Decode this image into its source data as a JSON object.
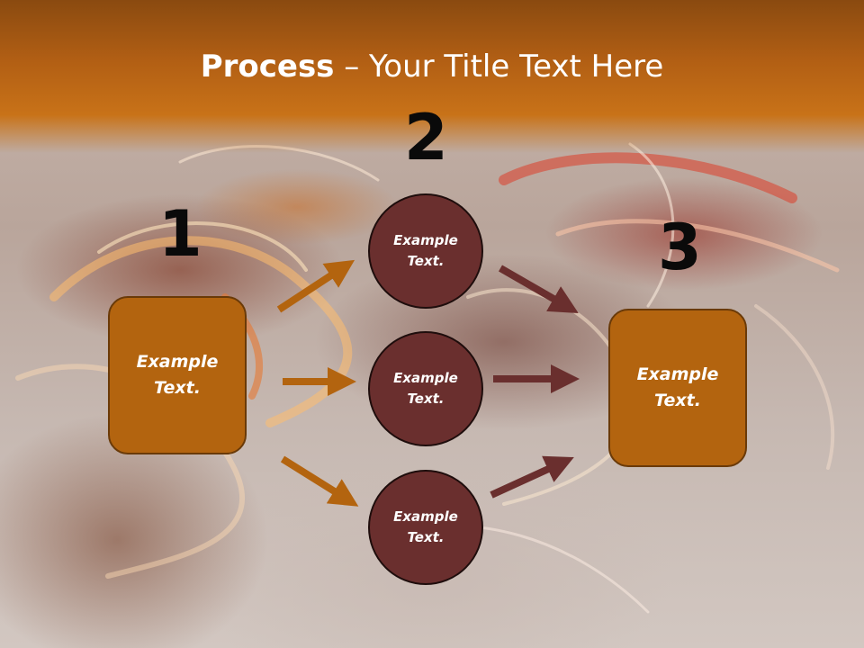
{
  "slide": {
    "title_bold": "Process",
    "title_rest": " – Your Title Text Here",
    "steps": {
      "one": "1",
      "two": "2",
      "three": "3"
    },
    "left_box": {
      "line1": "Example",
      "line2": "Text."
    },
    "circles": [
      {
        "line1": "Example",
        "line2": "Text."
      },
      {
        "line1": "Example",
        "line2": "Text."
      },
      {
        "line1": "Example",
        "line2": "Text."
      }
    ],
    "right_box": {
      "line1": "Example",
      "line2": "Text."
    }
  },
  "colors": {
    "header": "#c87218",
    "box_fill": "#b3640f",
    "circle_fill": "#6a2f2e",
    "orange_arrow": "#b3640f",
    "maroon_arrow": "#6a2f2e"
  }
}
